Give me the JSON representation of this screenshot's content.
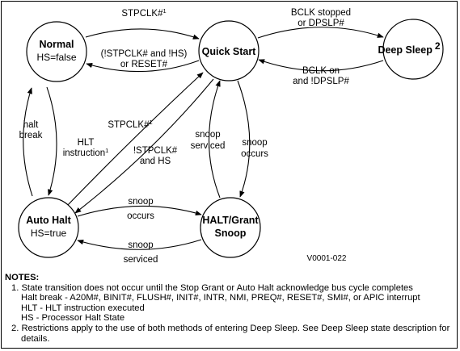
{
  "nodes": {
    "normal": {
      "name": "Normal",
      "sub": "HS=false"
    },
    "quick_start": {
      "name": "Quick Start"
    },
    "deep_sleep": {
      "name": "Deep Sleep",
      "sup": "2"
    },
    "auto_halt": {
      "name": "Auto Halt",
      "sub": "HS=true"
    },
    "halt_grant": {
      "name": "HALT/Grant",
      "sub": "Snoop"
    }
  },
  "edges": {
    "normal_to_quick": {
      "text": "STPCLK#",
      "sup": "1"
    },
    "quick_to_normal": {
      "line1": "(!STPCLK# and !HS)",
      "line2": "or RESET#"
    },
    "quick_to_deep": {
      "line1": "BCLK stopped",
      "line2": "or DPSLP#"
    },
    "deep_to_quick": {
      "line1": "BCLK on",
      "line2": "and !DPSLP#"
    },
    "halt_break": {
      "line1": "halt",
      "line2": "break"
    },
    "hlt_instruction": {
      "line1": "HLT",
      "line2": "instruction",
      "sup": "1"
    },
    "auto_to_quick": {
      "text": "STPCLK#",
      "sup": "1"
    },
    "quick_to_auto": {
      "line1": "!STPCLK#",
      "line2": "and HS"
    },
    "snoop_serviced_up": {
      "line1": "snoop",
      "line2": "serviced"
    },
    "snoop_occurs_down": {
      "line1": "snoop",
      "line2": "occurs"
    },
    "snoop_occurs_right": {
      "line1": "snoop",
      "line2": "occurs"
    },
    "snoop_serviced_left": {
      "line1": "snoop",
      "line2": "serviced"
    }
  },
  "figure_id": "V0001-022",
  "notes": {
    "title": "NOTES:",
    "n1": "1. State transition does not occur until the Stop Grant or Auto Halt acknowledge bus cycle completes",
    "n1a": "Halt break - A20M#, BINIT#, FLUSH#, INIT#, INTR, NMI, PREQ#, RESET#, SMI#, or APIC interrupt",
    "n1b": "HLT - HLT instruction executed",
    "n1c": "HS - Processor Halt State",
    "n2a": "2. Restrictions apply to the use of both methods of entering Deep Sleep. See Deep Sleep state description for",
    "n2b": "details."
  }
}
